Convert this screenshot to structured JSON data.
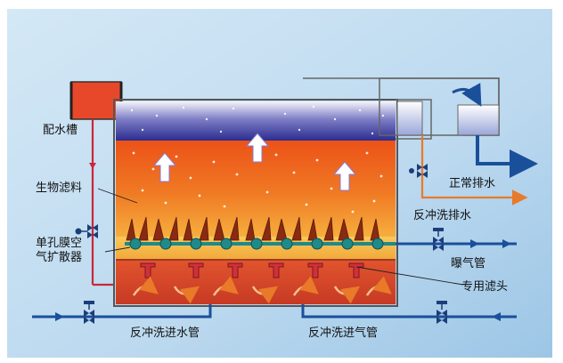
{
  "labels": {
    "distribution_tank": "配水槽",
    "bio_media": "生物滤料",
    "aerator_line1": "单孔膜空",
    "aerator_line2": "气扩散器",
    "normal_drain": "正常排水",
    "backwash_drain": "反冲洗排水",
    "aeration_pipe": "曝气管",
    "special_nozzle": "专用滤头",
    "backwash_water_pipe": "反冲洗进水管",
    "backwash_air_pipe": "反冲洗进气管"
  },
  "colors": {
    "background": "#cfe4f4",
    "water_top": "#f2f2f8",
    "water_bottom": "#33339a",
    "filter_top": "#ee5a1c",
    "filter_bottom": "#f6a23a",
    "bottom_chamber": "#d8462a",
    "pipe_blue": "#1a4f9a",
    "pipe_red": "#d0283a",
    "arrow_orange": "#e87a2a",
    "aeration_rail": "#1f8a8a"
  }
}
